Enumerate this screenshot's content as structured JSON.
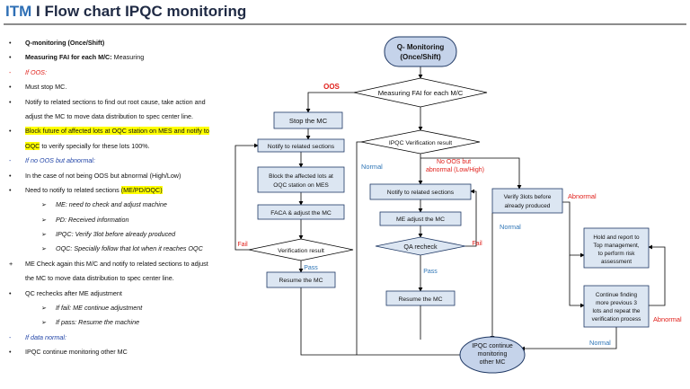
{
  "title": {
    "brand": "ITM",
    "sep": " I ",
    "text": "Flow chart IPQC monitoring"
  },
  "bullets": [
    {
      "mk": "•",
      "level": 1,
      "style": "bold",
      "text": "Q-monitoring (Once/Shift)"
    },
    {
      "mk": "•",
      "level": 1,
      "style": "mixed",
      "bold": "Measuring FAI for each M/C:",
      "text": " Measuring"
    },
    {
      "mk": "-",
      "level": 1,
      "style": "red",
      "text": "If OOS:"
    },
    {
      "mk": "•",
      "level": 1,
      "style": "plain",
      "text": "Must stop MC."
    },
    {
      "mk": "•",
      "level": 1,
      "style": "plain",
      "text": "Notify to related sections to find out root cause, take action and"
    },
    {
      "mk": "",
      "level": 1,
      "style": "plain",
      "text": "adjust the MC to move data distribution to spec center line."
    },
    {
      "mk": "•",
      "level": 1,
      "style": "hl",
      "text": "Block future of affected lots at OQC station on MES and notify to"
    },
    {
      "mk": "",
      "level": 1,
      "style": "hlmix",
      "hl": "OQC",
      "text": " to verify specially for these lots 100%."
    },
    {
      "mk": "-",
      "level": 1,
      "style": "blue",
      "text": "If no OOS but abnormal:"
    },
    {
      "mk": "•",
      "level": 1,
      "style": "plain",
      "text": "In the case of not being OOS but abnormal (High/Low)"
    },
    {
      "mk": "•",
      "level": 1,
      "style": "hlend",
      "text": "Need to notify to related sections ",
      "hl": "(ME/PD/OQC)"
    },
    {
      "mk": "➢",
      "level": 2,
      "style": "ital",
      "text": "ME: need to check and adjust machine"
    },
    {
      "mk": "➢",
      "level": 2,
      "style": "ital",
      "text": "PD: Received information"
    },
    {
      "mk": "➢",
      "level": 2,
      "style": "ital",
      "text": "IPQC: Verify 3lot before already produced"
    },
    {
      "mk": "➢",
      "level": 2,
      "style": "ital",
      "text": "OQC: Specially follow that lot when it reaches OQC"
    },
    {
      "mk": "+",
      "level": 1,
      "style": "plain",
      "text": "ME Check again this M/C and notify to related sections to adjust"
    },
    {
      "mk": "",
      "level": 1,
      "style": "plain",
      "text": "the MC to move data distribution to spec center line."
    },
    {
      "mk": "•",
      "level": 1,
      "style": "plain",
      "text": "QC rechecks after ME adjustment"
    },
    {
      "mk": "➢",
      "level": 2,
      "style": "ital",
      "text": "If fail: ME continue adjustment"
    },
    {
      "mk": "➢",
      "level": 2,
      "style": "ital",
      "text": "If pass: Resume the machine"
    },
    {
      "mk": "-",
      "level": 1,
      "style": "blue",
      "text": "If data normal:"
    },
    {
      "mk": "•",
      "level": 1,
      "style": "plain",
      "text": "IPQC continue monitoring other MC"
    }
  ],
  "flow": {
    "start_line1": "Q- Monitoring",
    "start_line2": "(Once/Shift)",
    "measure": "Measuring FAI for each M/C",
    "oos": "OOS",
    "stop": "Stop the MC",
    "notify_left": "Notify to related sections",
    "block_line1": "Block the affected lots at",
    "block_line2": "OQC station on MES",
    "faca": "FACA & adjust the MC",
    "verif_left": "Verification result",
    "fail_left": "Fail",
    "pass_left": "Pass",
    "resume_left": "Resume the MC",
    "ipqc_verif": "IPQC Verification result",
    "normal1": "Normal",
    "abn_line1": "No OOS but",
    "abn_line2": "abnormal (Low/High)",
    "notify_mid": "Notify to related sections",
    "me_adjust": "ME adjust the MC",
    "qa_recheck": "QA recheck",
    "fail_mid": "Fail",
    "pass_mid": "Pass",
    "resume_mid": "Resume the MC",
    "verify_line1": "Verify 3lots before",
    "verify_line2": "already produced",
    "abnormal1": "Abnormal",
    "normal2": "Normal",
    "hold_line1": "Hold and report to",
    "hold_line2": "Top management,",
    "hold_line3": "to perform risk",
    "hold_line4": "assessment",
    "cont_line1": "Continue finding",
    "cont_line2": "more previous 3",
    "cont_line3": "lots and repeat the",
    "cont_line4": "verification process",
    "abnormal2": "Abnormal",
    "normal3": "Normal",
    "end_line1": "IPQC continue",
    "end_line2": "monitoring",
    "end_line3": "other MC"
  },
  "colors": {
    "brand": "#2e6fb5",
    "box_fill": "#dce6f2",
    "node_fill": "#c5d3ea",
    "red": "#e0201b",
    "blue": "#2e75b6"
  }
}
